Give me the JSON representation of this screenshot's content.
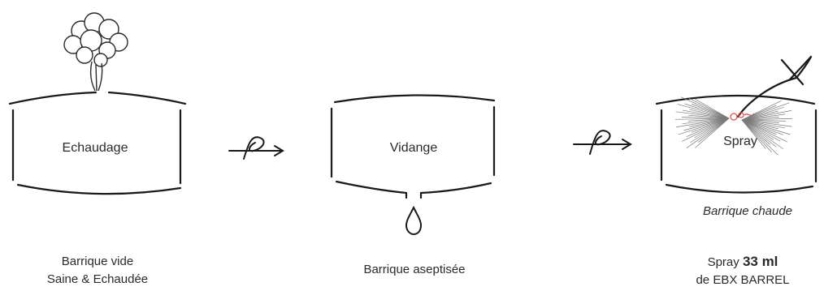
{
  "steps": [
    {
      "label": "Echaudage",
      "caption_line1": "Barrique vide",
      "caption_line2": "Saine & Echaudée"
    },
    {
      "label": "Vidange",
      "caption_line1": "Barrique aseptisée"
    },
    {
      "label": "Spray",
      "note": "Barrique chaude",
      "caption_prefix": "Spray",
      "caption_amount": "33 ml",
      "caption_line2": "de EBX BARREL"
    }
  ],
  "colors": {
    "ink": "#1a1a1a",
    "spray_red": "#e05050"
  },
  "icons": [
    "steam-cloud-icon",
    "rotate-arrow-icon",
    "water-drop-icon",
    "spray-fan-icon",
    "spray-wand-icon"
  ]
}
